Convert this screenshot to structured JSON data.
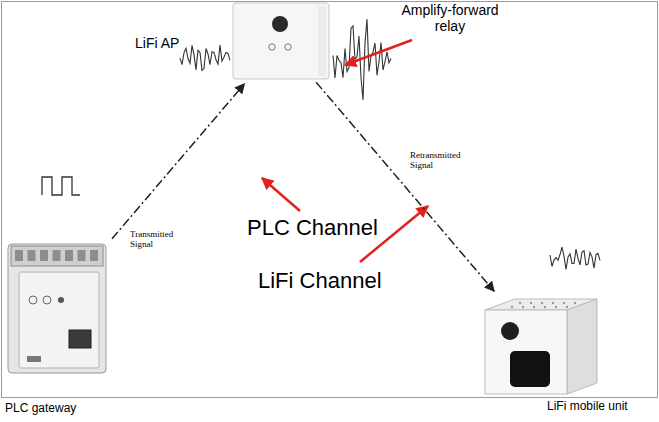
{
  "diagram": {
    "nodes": [
      {
        "text": [
          "LiFi AP"
        ]
      },
      {
        "text": [
          "PLC gateway"
        ]
      },
      {
        "text": [
          "LiFi mobile unit"
        ]
      }
    ],
    "edges": [
      {
        "from": 1,
        "to": 0,
        "arrow": "to"
      },
      {
        "from": 0,
        "to": 2,
        "arrow": "to"
      }
    ],
    "labels": [
      "Amplify-forward relay",
      "Transmitted Signal",
      "Retransmitted Signal",
      "PLC Channel",
      "LiFi Channel"
    ]
  }
}
